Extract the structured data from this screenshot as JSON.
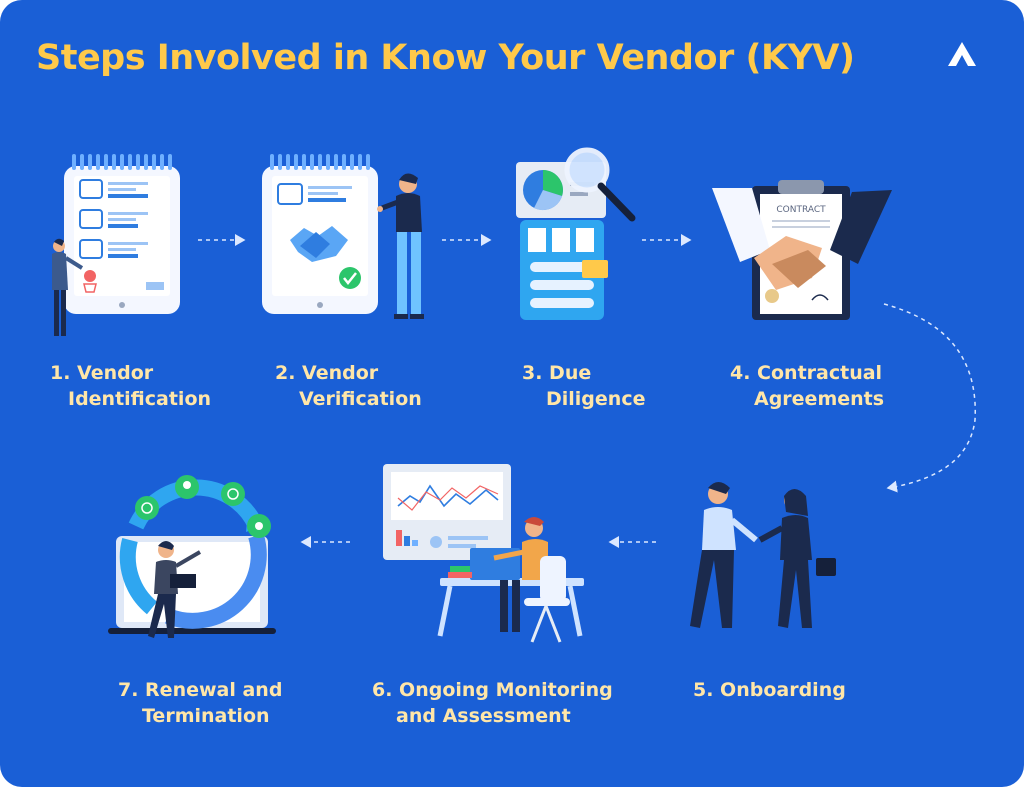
{
  "title": "Steps Involved in Know Your Vendor (KYV)",
  "colors": {
    "background": "#1a5fd6",
    "title": "#ffc94a",
    "label": "#ffe6a8",
    "accent": "#2fa6f0"
  },
  "logo_icon": "triangle-logo-icon",
  "steps": [
    {
      "line1": "1. Vendor",
      "line2": "Identification",
      "icon": "tablet-shopping-icon"
    },
    {
      "line1": "2. Vendor",
      "line2": "Verification",
      "icon": "handshake-tablet-icon"
    },
    {
      "line1": "3. Due",
      "line2": "Diligence",
      "icon": "magnifier-documents-icon"
    },
    {
      "line1": "4. Contractual",
      "line2": "Agreements",
      "icon": "contract-handshake-icon"
    },
    {
      "line1": "5. Onboarding",
      "line2": "",
      "icon": "business-handshake-icon"
    },
    {
      "line1": "6. Ongoing Monitoring",
      "line2": "and Assessment",
      "icon": "monitoring-desk-icon"
    },
    {
      "line1": "7. Renewal and",
      "line2": "Termination",
      "icon": "renewal-cycle-icon"
    }
  ],
  "contract_text": "CONTRACT"
}
